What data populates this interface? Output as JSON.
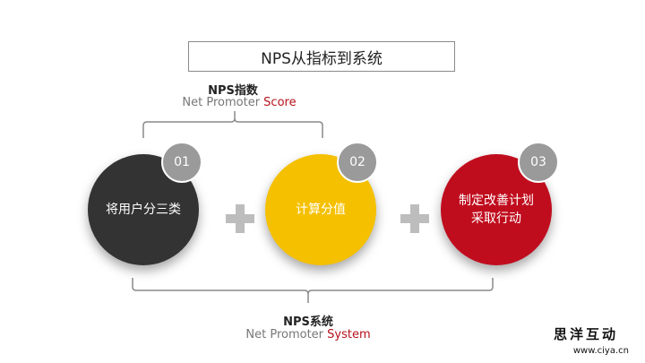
{
  "title": "NPS从指标到系统",
  "index_label": {
    "main": "NPS指数",
    "sub_prefix": "Net Promoter ",
    "sub_highlight": "Score"
  },
  "system_label": {
    "main": "NPS系统",
    "sub_prefix": "Net Promoter ",
    "sub_highlight": "System"
  },
  "steps": [
    {
      "number": "01",
      "text": "将用户分三类",
      "color": "#333333"
    },
    {
      "number": "02",
      "text": "计算分值",
      "color": "#f5c000"
    },
    {
      "number": "03",
      "text_line1": "制定改善计划",
      "text_line2": "采取行动",
      "color": "#c00d1e"
    }
  ],
  "watermark": {
    "name": "思洋互动",
    "url": "www.ciya.cn"
  },
  "colors": {
    "accent_red": "#b5121b",
    "plus_gray": "#bdbdbd",
    "badge_gray": "#9a9a9a"
  }
}
